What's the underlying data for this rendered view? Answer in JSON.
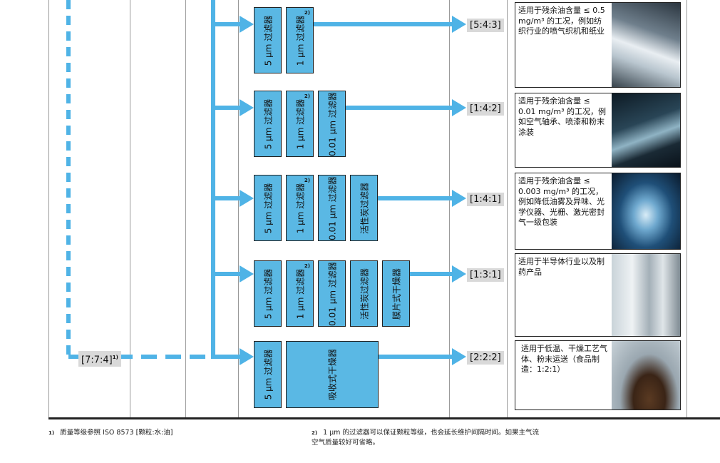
{
  "rows": [
    {
      "code": "[5:4:3]",
      "filters": [
        {
          "label": "5 μm 过滤器",
          "mark": ""
        },
        {
          "label": "1 μm 过滤器",
          "mark": "2)"
        }
      ],
      "description": "适用于残余油含量 ≤ 0.5 mg/m³ 的工况，例如纺织行业的喷气织机和纸业",
      "image_icon": "textile-machine-photo"
    },
    {
      "code": "[1:4:2]",
      "filters": [
        {
          "label": "5 μm 过滤器",
          "mark": ""
        },
        {
          "label": "1 μm 过滤器",
          "mark": "2)"
        },
        {
          "label": "0.01 μm 过滤器",
          "mark": ""
        }
      ],
      "description": "适用于残余油含量 ≤ 0.01 mg/m³ 的工况，例如空气轴承、喷漆和粉末涂装",
      "image_icon": "glass-panel-photo"
    },
    {
      "code": "[1:4:1]",
      "filters": [
        {
          "label": "5 μm 过滤器",
          "mark": ""
        },
        {
          "label": "1 μm 过滤器",
          "mark": "2)"
        },
        {
          "label": "0.01 μm 过滤器",
          "mark": ""
        },
        {
          "label": "活性炭过滤器",
          "mark": ""
        }
      ],
      "description": "适用于残余油含量 ≤ 0.003 mg/m³ 的工况，例如降低油雾及异味、光学仪器、光栅、激光密封气一级包装",
      "image_icon": "blue-mist-photo"
    },
    {
      "code": "[1:3:1]",
      "filters": [
        {
          "label": "5 μm 过滤器",
          "mark": ""
        },
        {
          "label": "1 μm 过滤器",
          "mark": "2)"
        },
        {
          "label": "0.01 μm 过滤器",
          "mark": ""
        },
        {
          "label": "活性炭过滤器",
          "mark": ""
        },
        {
          "label": "膜片式干燥器",
          "mark": ""
        }
      ],
      "description": "适用于半导体行业以及制药产品",
      "image_icon": "cleanroom-photo"
    },
    {
      "code": "[2:2:2]",
      "filters": [
        {
          "label": "5 μm 过滤器",
          "mark": ""
        },
        {
          "label": "吸收式干燥器",
          "mark": ""
        }
      ],
      "description": "适用于低温、干燥工艺气体、粉末运送（食品制造：1:2:1）",
      "image_icon": "coffee-beans-photo"
    }
  ],
  "branch_code": {
    "code": "[7:7:4]",
    "mark": "1)"
  },
  "footnotes": [
    {
      "mark": "1)",
      "text": "质量等级参照 ISO 8573 [颗粒:水:油]"
    },
    {
      "mark": "2)",
      "text": "1 μm 的过滤器可以保证颗粒等级，也会延长维护间隔时间。如果主气流空气质量较好可省略。"
    }
  ],
  "colors": {
    "pipe": "#4fb3e6",
    "filter_box": "#5ab8e4",
    "code_bg": "#d9d9d9"
  }
}
